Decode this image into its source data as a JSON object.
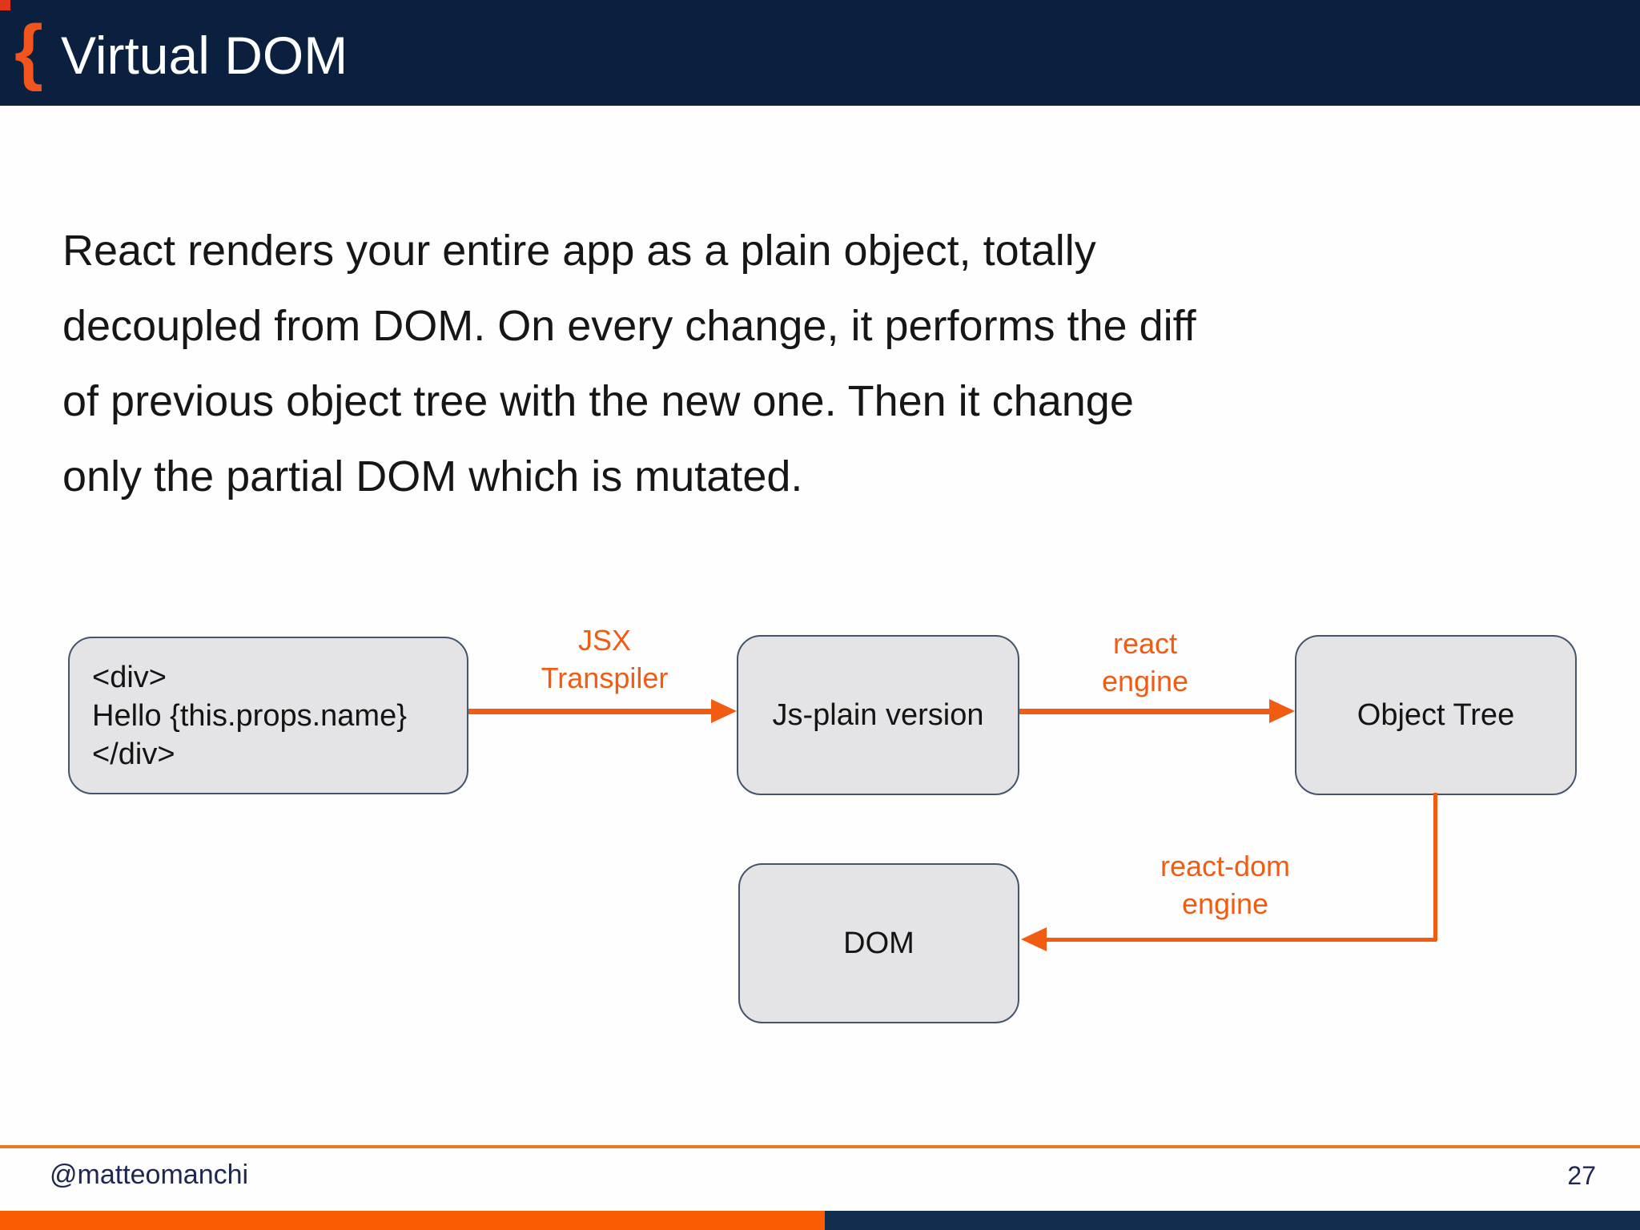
{
  "slide": {
    "header": {
      "brace_glyph": "{",
      "title": "Virtual DOM"
    },
    "paragraph_lines": [
      "React renders your entire app as a plain object, totally",
      "decoupled from DOM. On every change, it performs the diff",
      "of previous object tree with the new one. Then it change",
      "only the partial DOM which is mutated."
    ],
    "diagram": {
      "source_box": {
        "lines": [
          "<div>",
          "Hello {this.props.name}",
          "</div>"
        ]
      },
      "plain_box_label": "Js-plain version",
      "object_tree_box_label": "Object Tree",
      "dom_box_label": "DOM",
      "arrow_labels": {
        "jsx": [
          "JSX",
          "Transpiler"
        ],
        "react_engine": [
          "react",
          "engine"
        ],
        "react_dom_engine": [
          "react-dom",
          "engine"
        ]
      }
    },
    "footer": {
      "handle": "@matteomanchi",
      "page_number": "27"
    },
    "colors": {
      "slide_bg": "#fefefe",
      "header_bg": "#0b1f3e",
      "accent_orange": "#f2541d",
      "corner_red": "#e1361c",
      "diagram_orange": "#f25c12",
      "divider_orange": "#e87c1e",
      "bottombar_orange": "#fa5c04",
      "bottombar_navy": "#122c4e",
      "box_fill": "#e4e4e6",
      "box_border": "#44546a",
      "body_text": "#161616",
      "footer_text": "#1d2752",
      "title_text": "#ffffff"
    }
  }
}
